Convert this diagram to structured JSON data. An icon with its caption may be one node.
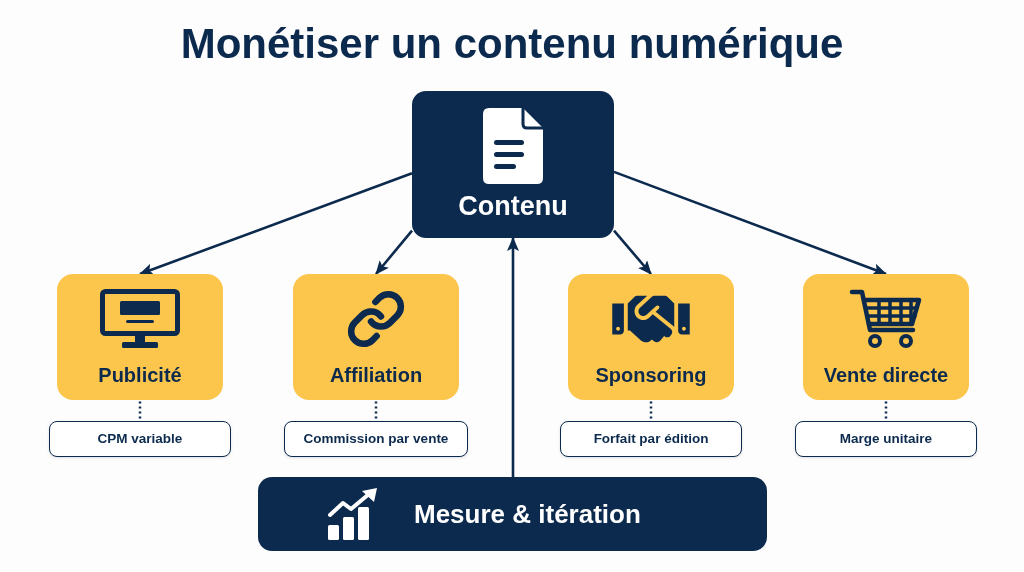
{
  "diagram": {
    "title": "Monétiser un contenu numérique",
    "nodes": [
      {
        "text": [
          "Contenu"
        ]
      },
      {
        "text": [
          "Publicité"
        ]
      },
      {
        "text": [
          "Affiliation"
        ]
      },
      {
        "text": [
          "Sponsoring"
        ]
      },
      {
        "text": [
          "Vente directe"
        ]
      },
      {
        "text": [
          "CPM variable"
        ]
      },
      {
        "text": [
          "Commission par vente"
        ]
      },
      {
        "text": [
          "Forfait par édition"
        ]
      },
      {
        "text": [
          "Marge unitaire"
        ]
      },
      {
        "text": [
          "Mesure & itération"
        ]
      }
    ],
    "edges": [
      {
        "from": 0,
        "to": 1,
        "arrow": "to"
      },
      {
        "from": 0,
        "to": 2,
        "arrow": "to"
      },
      {
        "from": 0,
        "to": 3,
        "arrow": "to"
      },
      {
        "from": 0,
        "to": 4,
        "arrow": "to"
      },
      {
        "from": 1,
        "to": 5,
        "arrow": "none",
        "style": "dashed"
      },
      {
        "from": 2,
        "to": 6,
        "arrow": "none",
        "style": "dashed"
      },
      {
        "from": 3,
        "to": 7,
        "arrow": "none",
        "style": "dashed"
      },
      {
        "from": 4,
        "to": 8,
        "arrow": "none",
        "style": "dashed"
      },
      {
        "from": 9,
        "to": 0,
        "arrow": "to"
      }
    ]
  }
}
